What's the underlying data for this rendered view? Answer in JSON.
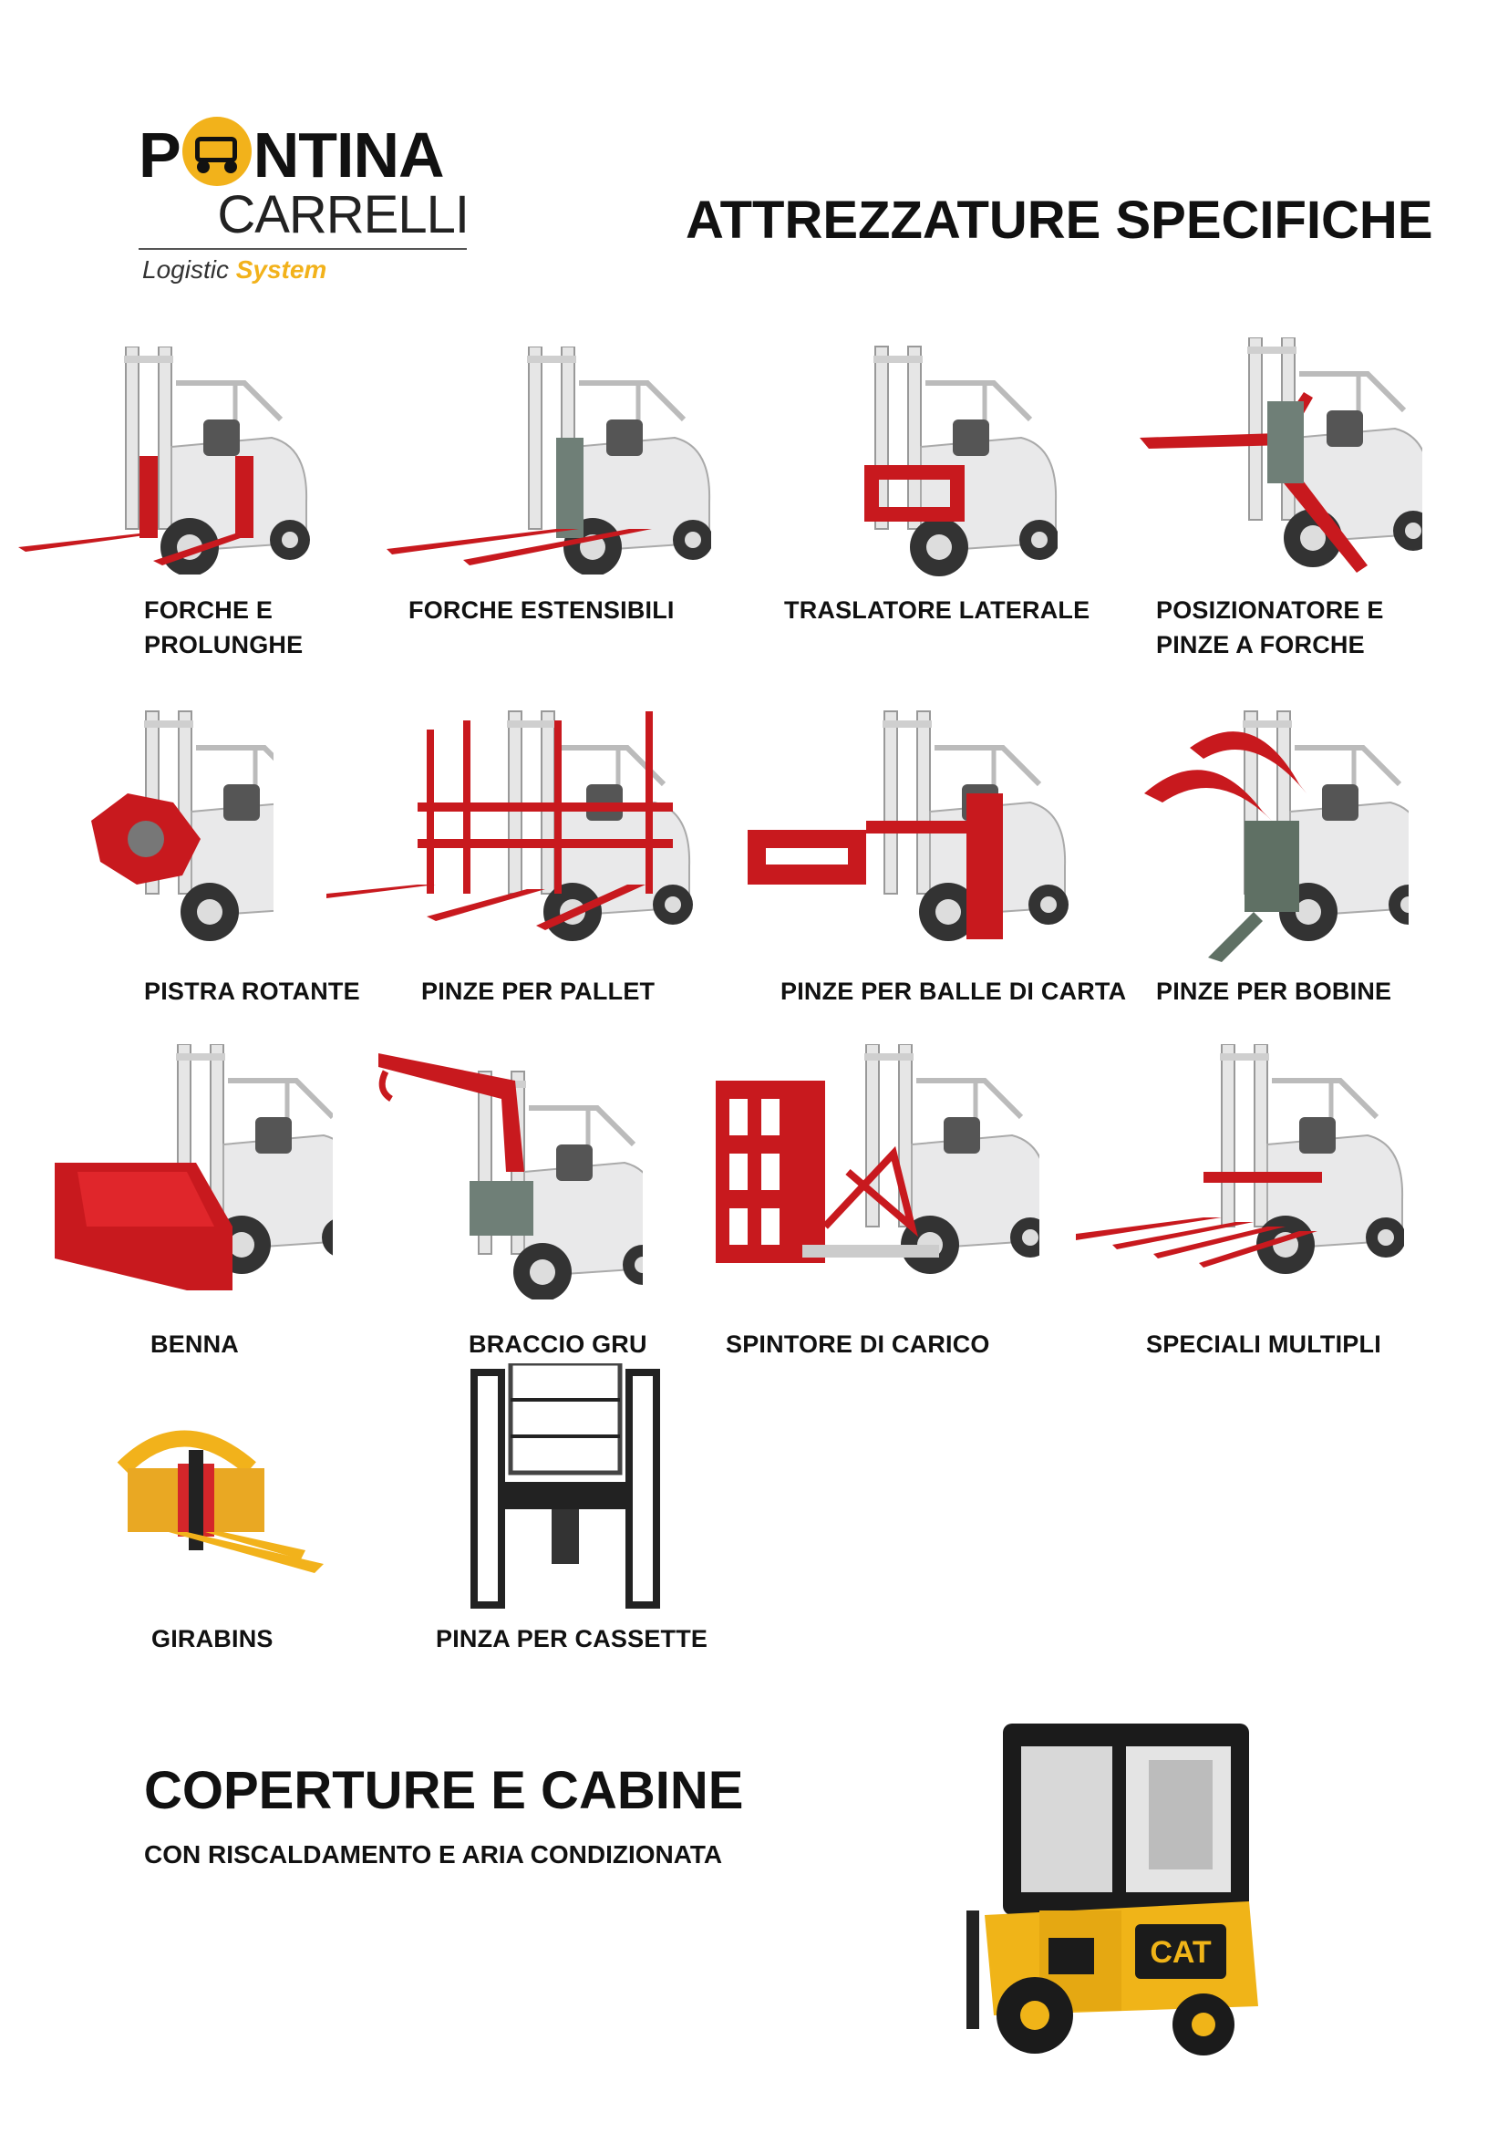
{
  "brand": {
    "name_part1": "P",
    "name_part2": "NTINA",
    "name_line2": "CARRELLI",
    "tagline_prefix": "Logistic",
    "tagline_highlight": "System"
  },
  "page_title": "ATTREZZATURE SPECIFICHE",
  "items": [
    {
      "line1": "FORCHE E",
      "line2": "PROLUNGHE"
    },
    {
      "line1": "FORCHE ESTENSIBILI",
      "line2": ""
    },
    {
      "line1": "TRASLATORE LATERALE",
      "line2": ""
    },
    {
      "line1": "POSIZIONATORE E",
      "line2": "PINZE A FORCHE"
    },
    {
      "line1": "PISTRA ROTANTE",
      "line2": ""
    },
    {
      "line1": "PINZE PER PALLET",
      "line2": ""
    },
    {
      "line1": "PINZE PER BALLE DI CARTA",
      "line2": ""
    },
    {
      "line1": "PINZE PER BOBINE",
      "line2": ""
    },
    {
      "line1": "BENNA",
      "line2": ""
    },
    {
      "line1": "BRACCIO GRU",
      "line2": ""
    },
    {
      "line1": "SPINTORE DI CARICO",
      "line2": ""
    },
    {
      "line1": "SPECIALI  MULTIPLI",
      "line2": ""
    },
    {
      "line1": "GIRABINS",
      "line2": ""
    },
    {
      "line1": "PINZA PER CASSETTE",
      "line2": ""
    }
  ],
  "section": {
    "title": "COPERTURE E CABINE",
    "subtitle": "CON RISCALDAMENTO E ARIA CONDIZIONATA",
    "badge_text": "CAT"
  },
  "colors": {
    "accent_red": "#c8191e",
    "brand_yellow": "#f2b21b",
    "truck_grey": "#d9d9d9"
  }
}
